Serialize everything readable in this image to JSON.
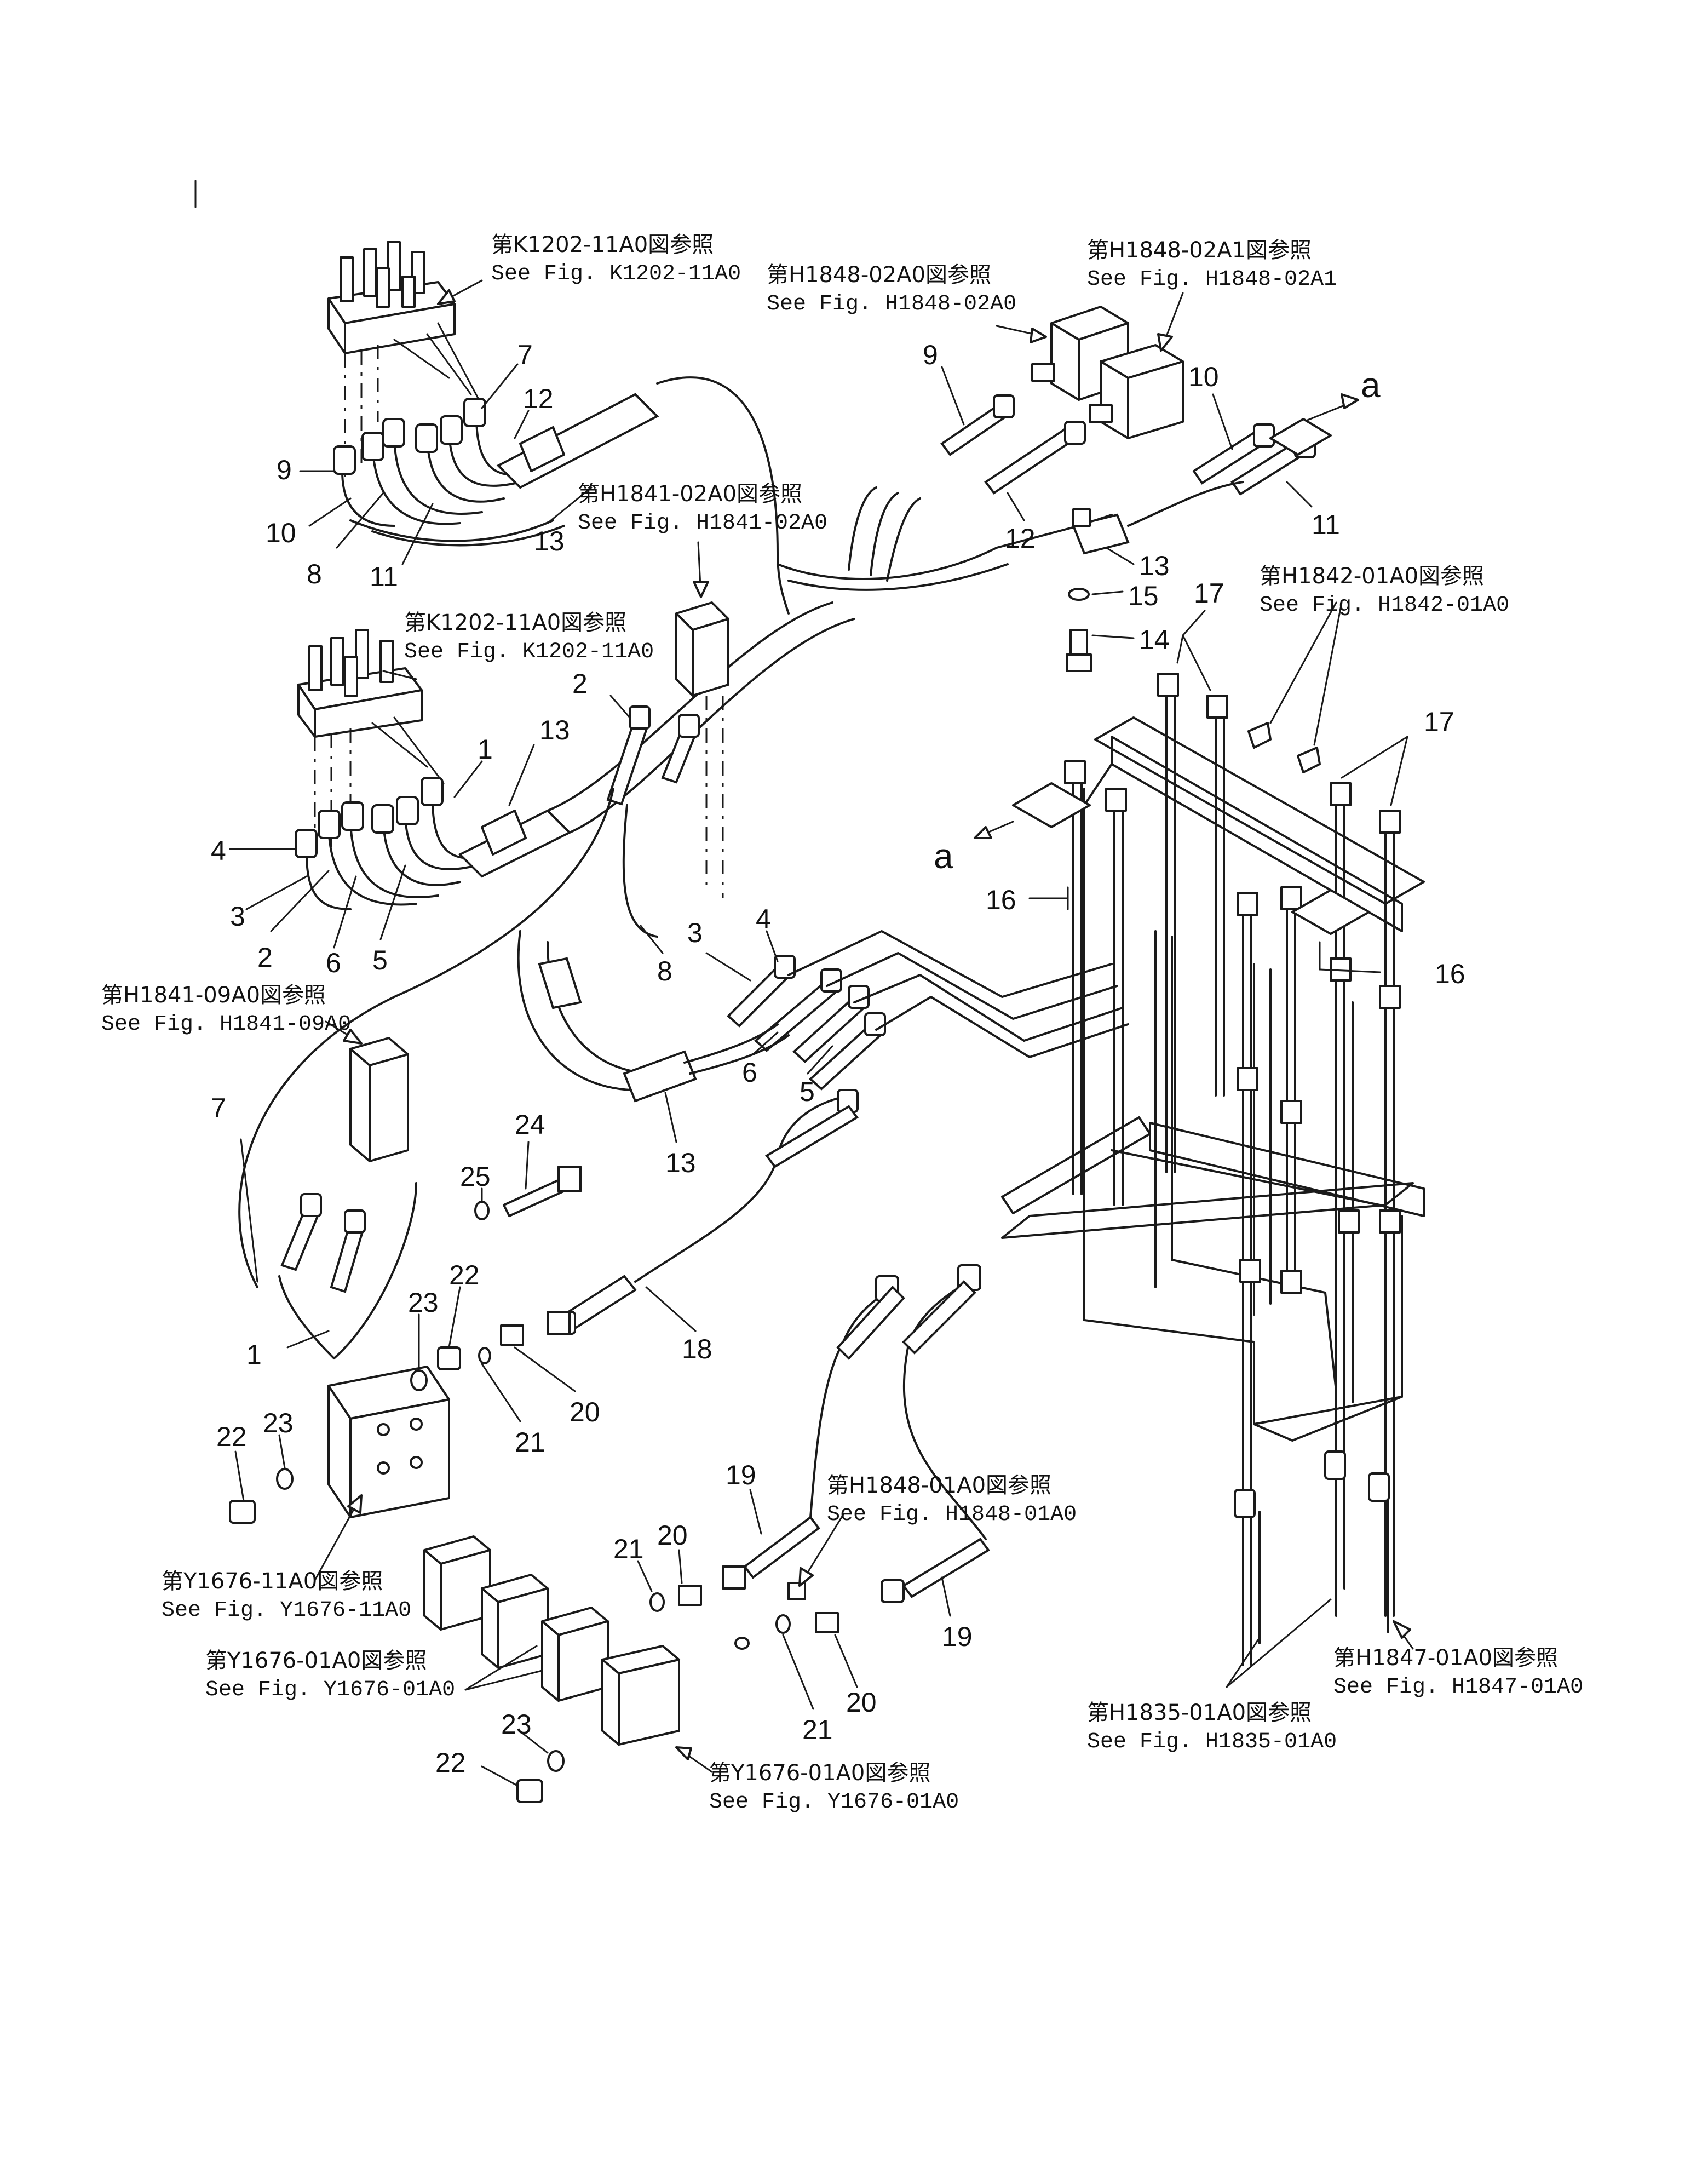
{
  "references": [
    {
      "id": "ref-k1202-top",
      "jp": "第K1202-11A0図参照",
      "en": "See Fig. K1202-11A0"
    },
    {
      "id": "ref-h1848-02a0",
      "jp": "第H1848-02A0図参照",
      "en": "See Fig. H1848-02A0"
    },
    {
      "id": "ref-h1848-02a1",
      "jp": "第H1848-02A1図参照",
      "en": "See Fig. H1848-02A1"
    },
    {
      "id": "ref-h1841-02a0",
      "jp": "第H1841-02A0図参照",
      "en": "See Fig. H1841-02A0"
    },
    {
      "id": "ref-k1202-mid",
      "jp": "第K1202-11A0図参照",
      "en": "See Fig. K1202-11A0"
    },
    {
      "id": "ref-h1842-01a0",
      "jp": "第H1842-01A0図参照",
      "en": "See Fig. H1842-01A0"
    },
    {
      "id": "ref-h1841-09a0",
      "jp": "第H1841-09A0図参照",
      "en": "See Fig. H1841-09A0"
    },
    {
      "id": "ref-h1848-01a0",
      "jp": "第H1848-01A0図参照",
      "en": "See Fig. H1848-01A0"
    },
    {
      "id": "ref-y1676-11a0",
      "jp": "第Y1676-11A0図参照",
      "en": "See Fig. Y1676-11A0"
    },
    {
      "id": "ref-y1676-01a0-left",
      "jp": "第Y1676-01A0図参照",
      "en": "See Fig. Y1676-01A0"
    },
    {
      "id": "ref-y1676-01a0-bottom",
      "jp": "第Y1676-01A0図参照",
      "en": "See Fig. Y1676-01A0"
    },
    {
      "id": "ref-h1847-01a0",
      "jp": "第H1847-01A0図参照",
      "en": "See Fig. H1847-01A0"
    },
    {
      "id": "ref-h1835-01a0",
      "jp": "第H1835-01A0図参照",
      "en": "See Fig. H1835-01A0"
    }
  ],
  "callouts": {
    "tl_7": "7",
    "tl_12": "12",
    "tl_9": "9",
    "tl_10": "10",
    "tl_8": "8",
    "tl_11": "11",
    "tl_13": "13",
    "tr_9": "9",
    "tr_10": "10",
    "tr_12": "12",
    "tr_11": "11",
    "tr_13": "13",
    "tr_15": "15",
    "tr_14": "14",
    "ml_1": "1",
    "ml_13": "13",
    "ml_2": "2",
    "ml_4": "4",
    "ml_3": "3",
    "ml_2b": "2",
    "ml_6": "6",
    "ml_5": "5",
    "c_8": "8",
    "c_4": "4",
    "c_3": "3",
    "c_6": "6",
    "c_5": "5",
    "c_13": "13",
    "r_17a": "17",
    "r_17b": "17",
    "r_16a": "16",
    "r_16b": "16",
    "l_7": "7",
    "l_1": "1",
    "l_25": "25",
    "l_24": "24",
    "l_22a": "22",
    "l_23a": "23",
    "l_20a": "20",
    "l_21a": "21",
    "l_18": "18",
    "b_22": "22",
    "b_23": "23",
    "b_19a": "19",
    "b_20": "20",
    "b_21": "21",
    "b_19b": "19",
    "b_20b": "20",
    "b_21b": "21",
    "bb_23": "23",
    "bb_22": "22"
  },
  "section_labels": {
    "a_top": "a",
    "a_mid": "a"
  }
}
